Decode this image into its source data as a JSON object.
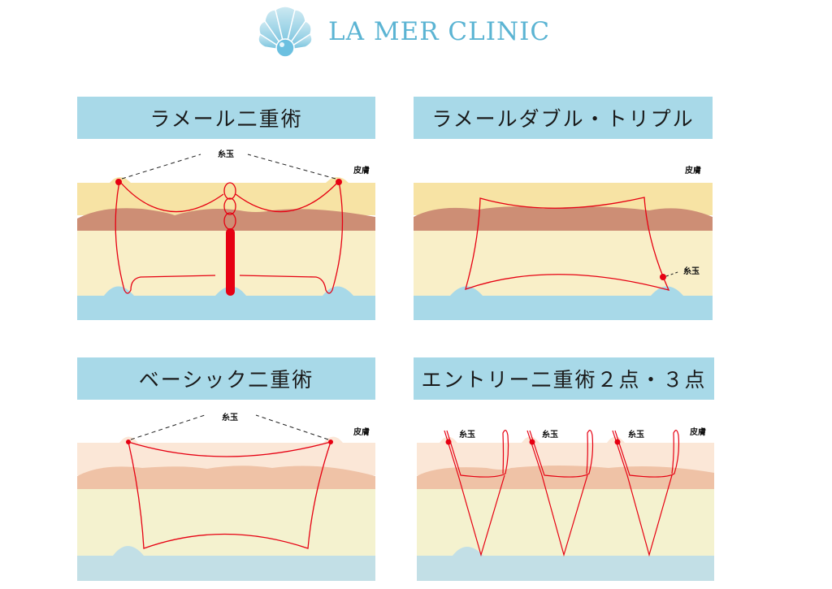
{
  "brand": {
    "name": "LA MER CLINIC",
    "logo_icon": "shell-pearl-icon",
    "color": "#5bb4d3"
  },
  "colors": {
    "title_bg": "#a8d9e8",
    "thread": "#e60012",
    "skin_top_warm": "#f7e3a4",
    "muscle_warm": "#cd8e75",
    "fat_warm": "#f9efc8",
    "tarsus_warm": "#a8d9e8",
    "skin_top_pale": "#fbe7d7",
    "muscle_pale": "#efc2a6",
    "fat_pale": "#f4f2cf",
    "tarsus_pale": "#c2dfe6"
  },
  "panels": [
    {
      "title": "ラメール二重術",
      "knot_label": "糸玉",
      "skin_label": "皮膚"
    },
    {
      "title": "ラメールダブル・トリプル",
      "knot_label": "糸玉",
      "skin_label": "皮膚"
    },
    {
      "title": "ベーシック二重術",
      "knot_label": "糸玉",
      "skin_label": "皮膚"
    },
    {
      "title": "エントリー二重術２点・３点",
      "knot_labels": [
        "糸玉",
        "糸玉",
        "糸玉"
      ],
      "skin_label": "皮膚"
    }
  ]
}
